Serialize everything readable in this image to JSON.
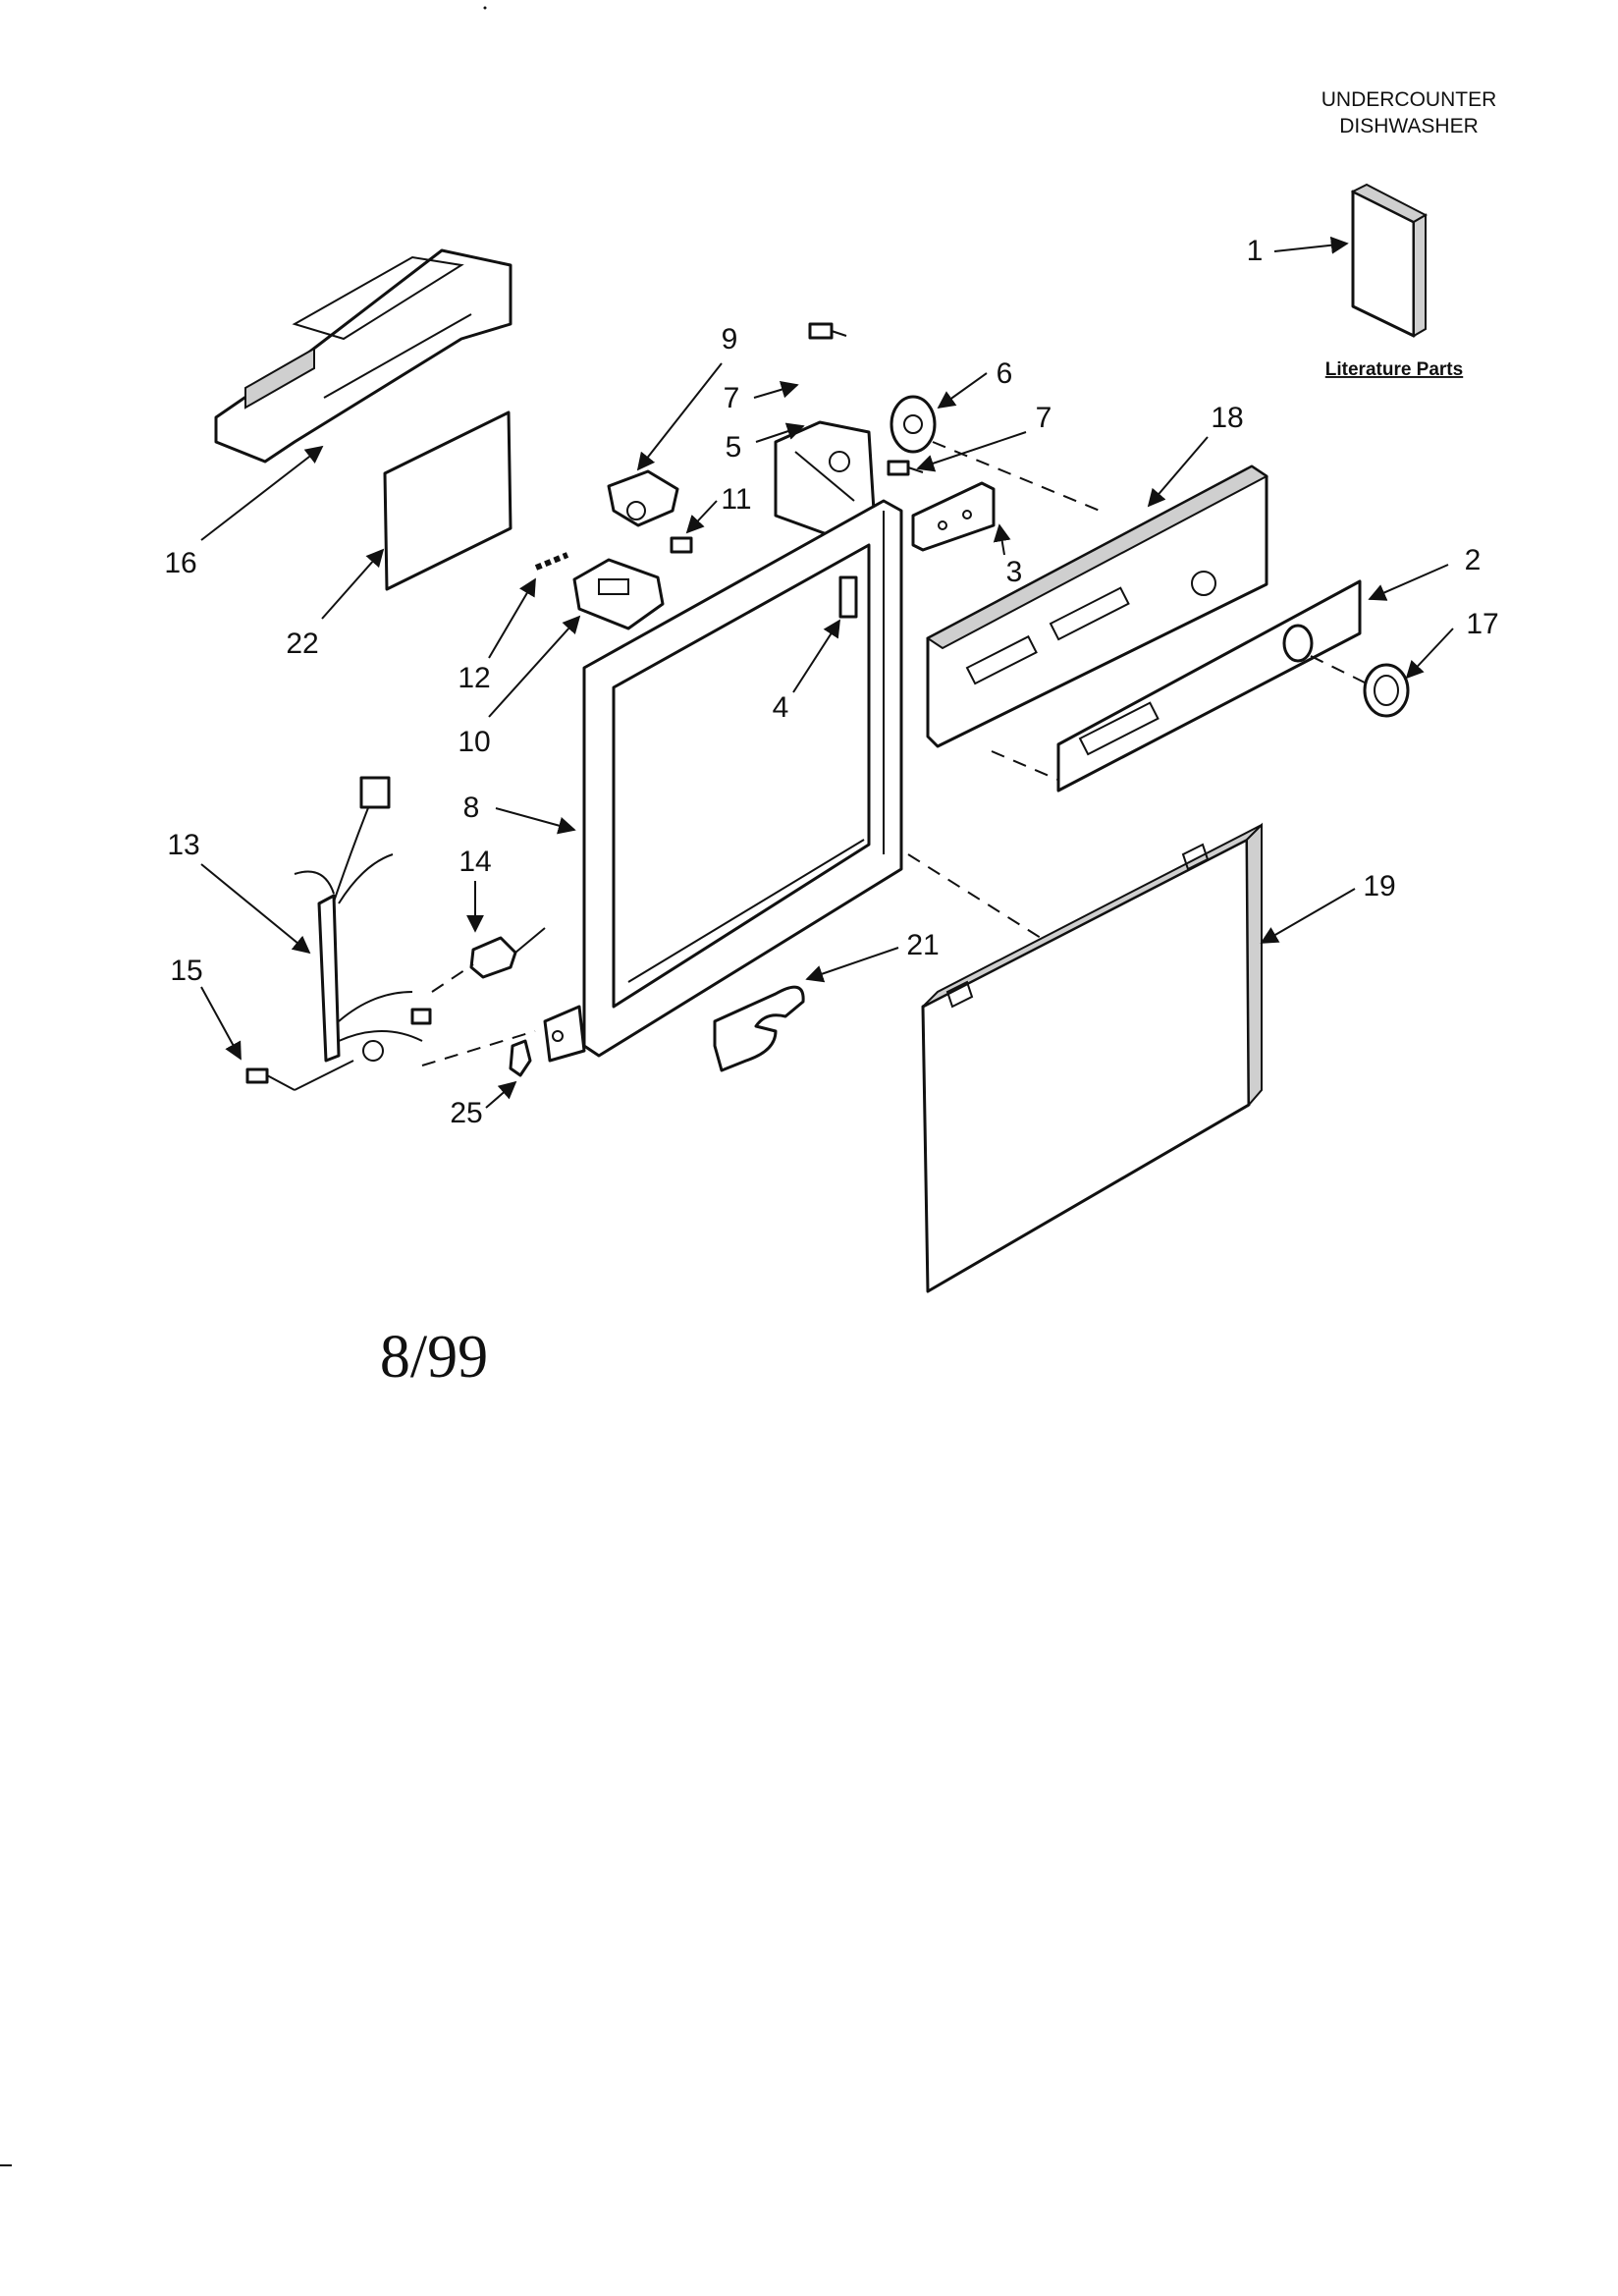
{
  "header": {
    "line1": "UNDERCOUNTER",
    "line2": "DISHWASHER"
  },
  "literature_label": "Literature Parts",
  "date": "8/99",
  "callouts": [
    "1",
    "2",
    "3",
    "4",
    "5",
    "6",
    "7",
    "7",
    "8",
    "9",
    "10",
    "11",
    "12",
    "13",
    "14",
    "15",
    "16",
    "17",
    "18",
    "19",
    "21",
    "22",
    "25"
  ]
}
